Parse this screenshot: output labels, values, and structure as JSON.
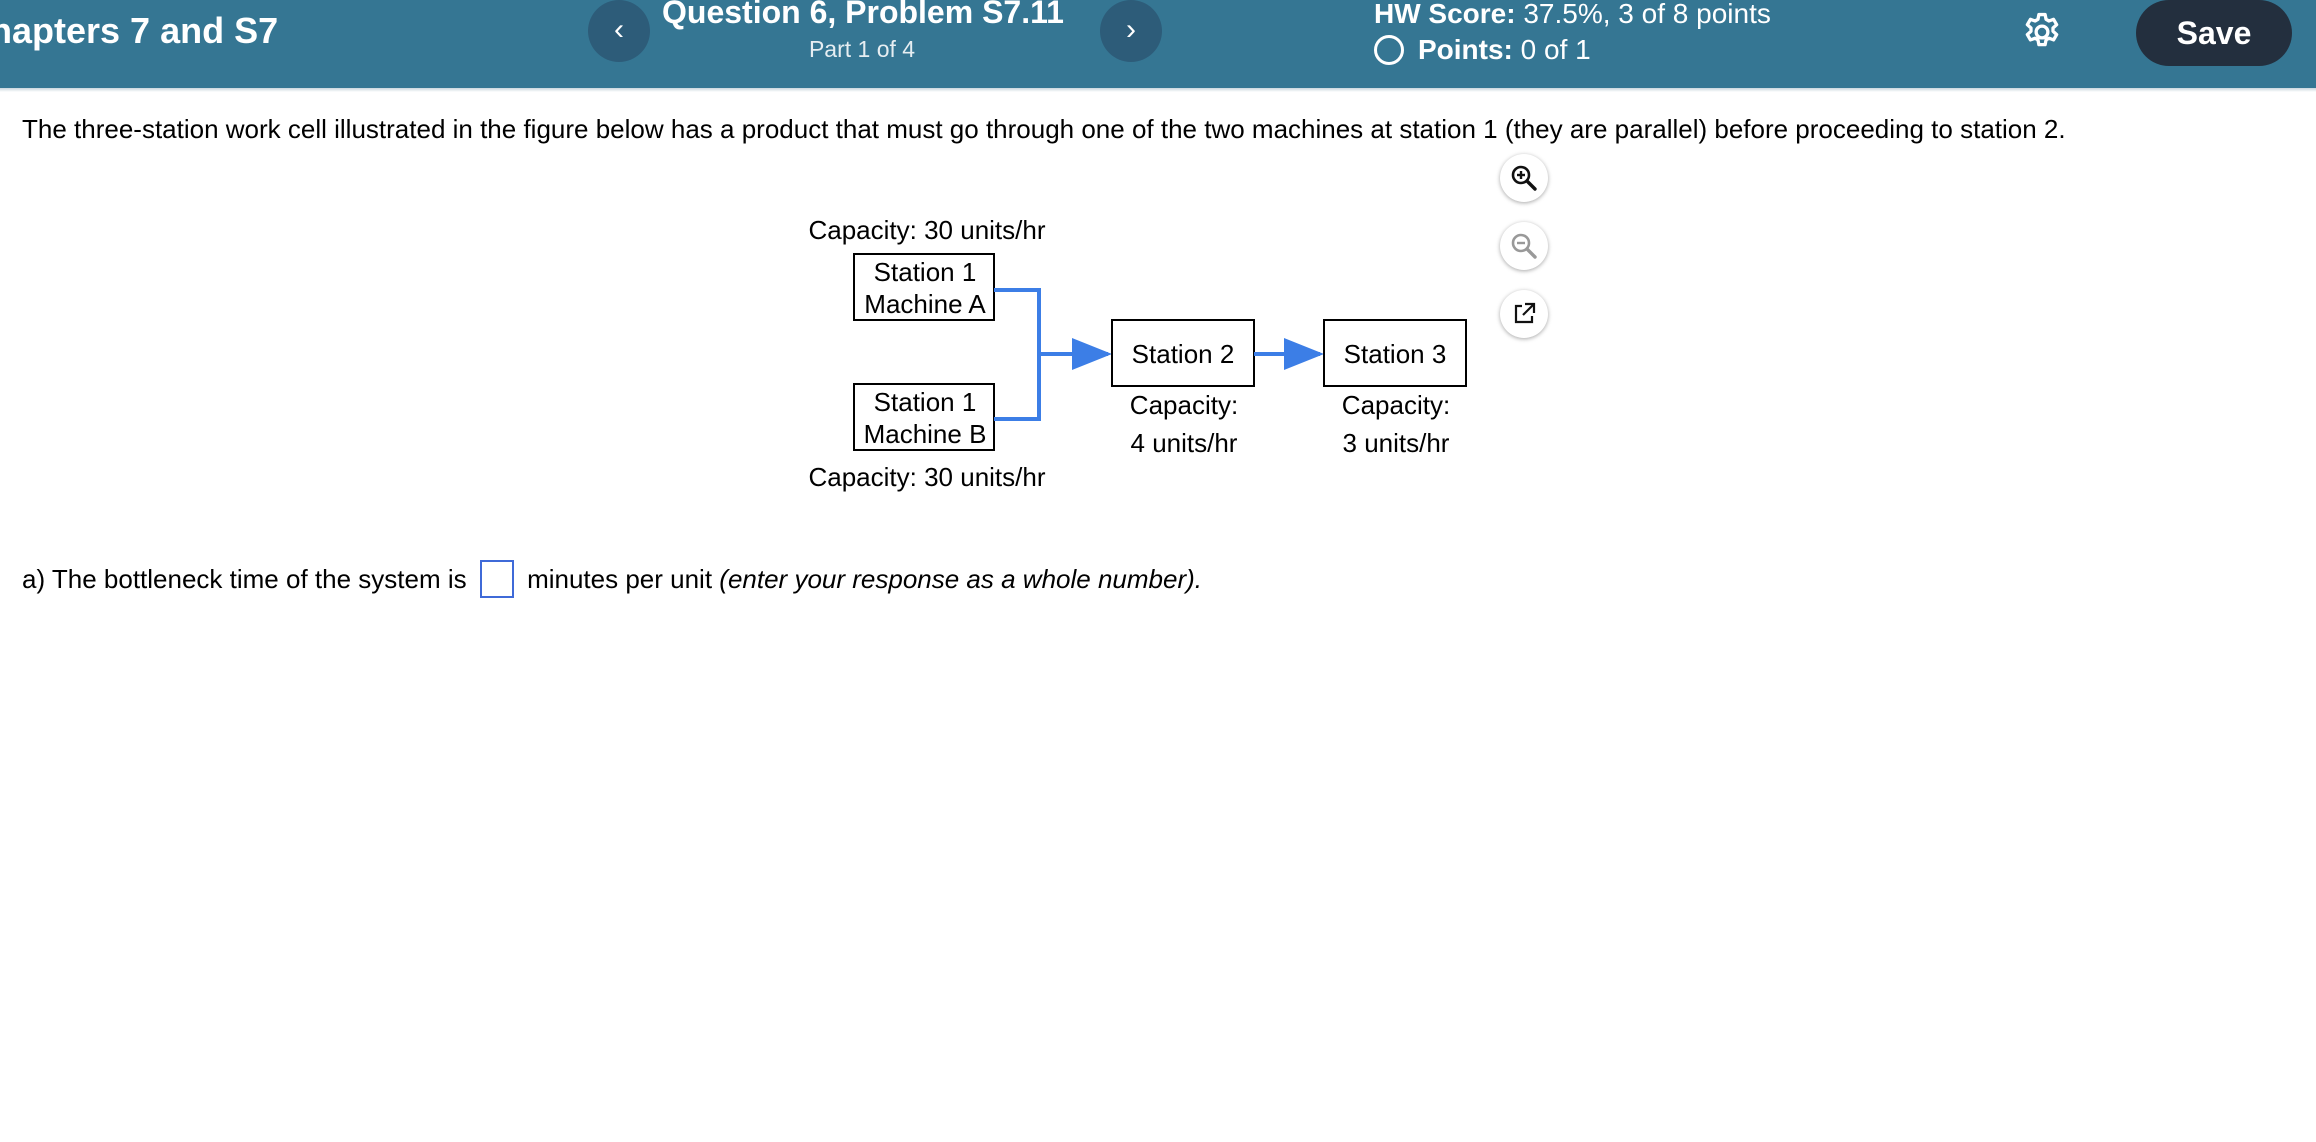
{
  "header": {
    "assignment_title": "hapters 7 and S7",
    "prev_label": "‹",
    "next_label": "›",
    "question_title": "Question 6, Problem S7.11",
    "part_label": "Part 1 of 4",
    "hw_score_label": "HW Score:",
    "hw_score_value": "37.5%, 3 of 8 points",
    "points_label": "Points:",
    "points_value": "0 of 1",
    "settings_icon": "gear-icon",
    "save_label": "Save"
  },
  "problem": {
    "intro": "The three-station work cell illustrated in the figure below has a product that must go through one of the two machines at station 1 (they are parallel) before proceeding to station 2."
  },
  "figure_tools": {
    "zoom_in_icon": "zoom-in-icon",
    "zoom_out_icon": "zoom-out-icon",
    "popout_icon": "external-link-icon"
  },
  "diagram": {
    "machine_a": {
      "line1": "Station 1",
      "line2": "Machine A",
      "capacity": "Capacity: 30 units/hr"
    },
    "machine_b": {
      "line1": "Station 1",
      "line2": "Machine B",
      "capacity": "Capacity: 30 units/hr"
    },
    "station2": {
      "label": "Station 2",
      "cap_line1": "Capacity:",
      "cap_line2": "4 units/hr"
    },
    "station3": {
      "label": "Station 3",
      "cap_line1": "Capacity:",
      "cap_line2": "3 units/hr"
    },
    "arrow_color": "#3c7ee6"
  },
  "question_a": {
    "prefix": "a) The bottleneck time of the system is",
    "answer_value": "",
    "suffix": "minutes per unit",
    "hint": "(enter your response as a whole number)."
  }
}
